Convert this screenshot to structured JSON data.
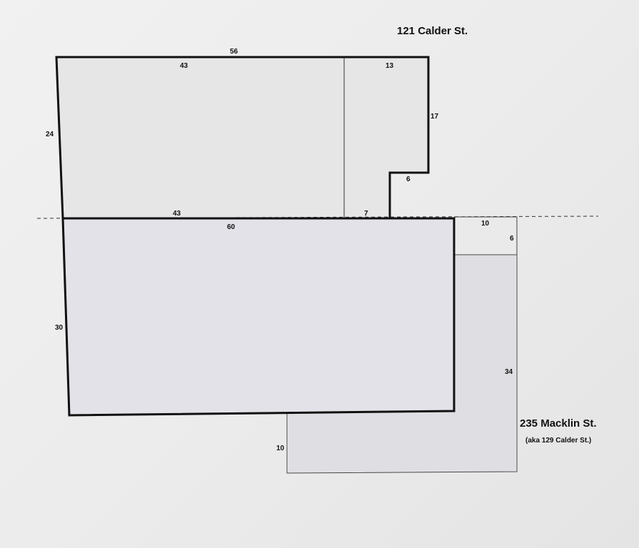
{
  "labels": {
    "calder_address": "121 Calder St.",
    "macklin_address": "235 Macklin St.",
    "macklin_aka": "(aka 129 Calder St.)"
  },
  "dimensions": {
    "upper_top_total": "56",
    "upper_top_left": "43",
    "upper_top_right": "13",
    "upper_left": "24",
    "upper_right_upper": "17",
    "upper_notch": "6",
    "upper_bottom_left": "43",
    "upper_bottom_right": "7",
    "lower_top": "60",
    "lower_left": "30",
    "right_top": "10",
    "right_small_side": "6",
    "right_side": "34",
    "bottom_extension_left": "10"
  }
}
